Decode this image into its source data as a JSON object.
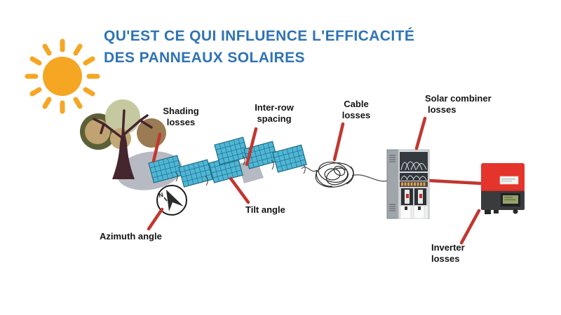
{
  "title": {
    "line1": "QU'EST CE QUI INFLUENCE L'EFFICACITÉ",
    "line2": "DES PANNEAUX SOLAIRES"
  },
  "annotations": {
    "shading": {
      "line1": "Shading",
      "line2": "losses"
    },
    "inter_row": {
      "line1": "Inter-row",
      "line2": "spacing"
    },
    "cable": {
      "line1": "Cable",
      "line2": "losses"
    },
    "combiner": {
      "line1": "Solar combiner",
      "line2": "losses"
    },
    "tilt": {
      "text": "Tilt angle"
    },
    "azimuth": {
      "text": "Azimuth angle"
    },
    "inverter": {
      "line1": "Inverter",
      "line2": "losses"
    }
  },
  "compass": {
    "north_label": "N"
  },
  "colors": {
    "title_blue": "#2E73B5",
    "pointer_red": "#C0372F",
    "panel_teal": "#4FB6D6",
    "panel_grid": "#1C6B84",
    "sun_orange": "#F5A623",
    "inverter_red": "#E5342B",
    "shadow_gray": "#B7BAC2",
    "label_black": "#141414"
  }
}
